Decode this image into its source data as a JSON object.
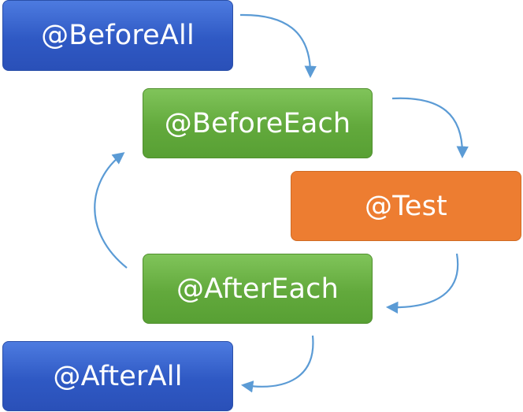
{
  "nodes": {
    "before_all": "@BeforeAll",
    "before_each": "@BeforeEach",
    "test": "@Test",
    "after_each": "@AfterEach",
    "after_all": "@AfterAll"
  },
  "colors": {
    "all_box": "#2f59c4",
    "each_box": "#62a93c",
    "test_box": "#ed7d31",
    "arrow": "#5b9bd5"
  }
}
